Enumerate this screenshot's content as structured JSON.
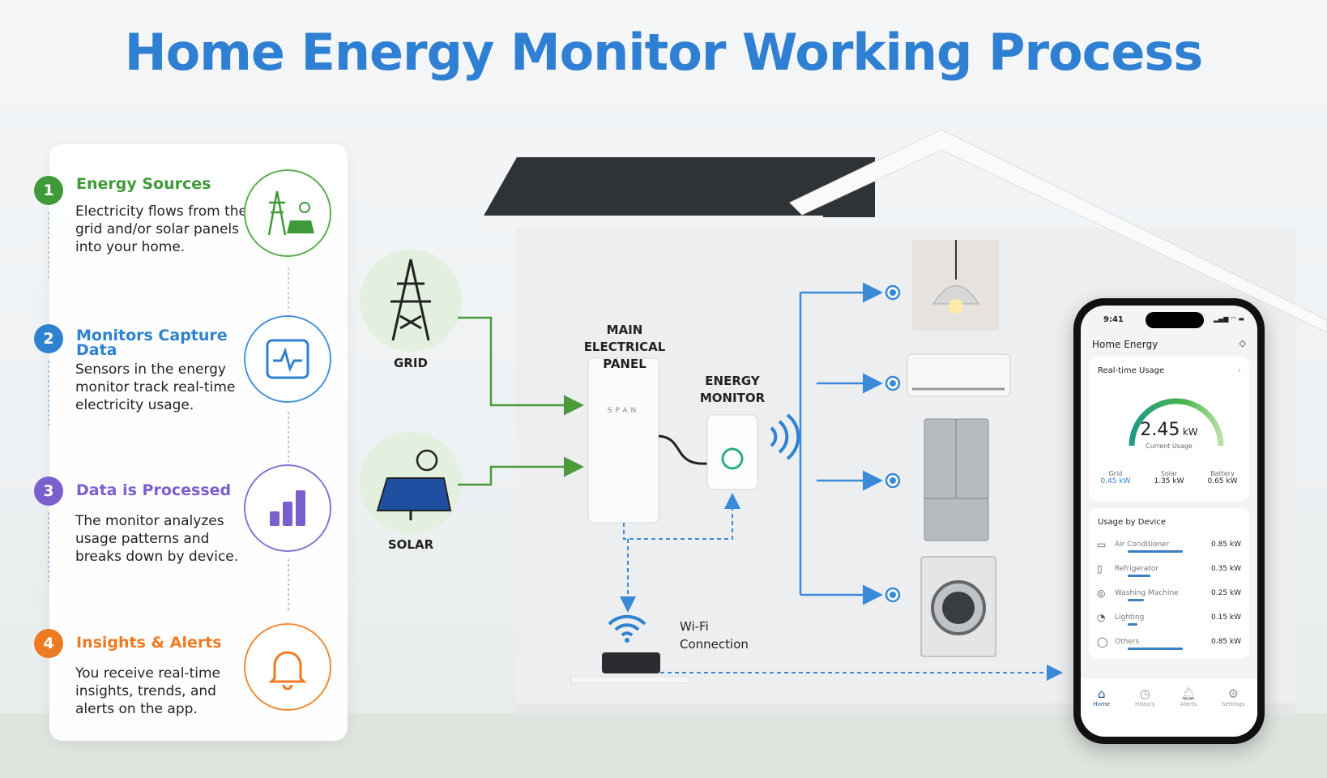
{
  "title": "Home Energy Monitor Working Process",
  "steps": [
    {
      "num": "1",
      "title": "Energy Sources",
      "desc": "Electricity flows from the grid and/or solar panels into your home.",
      "color": "#3f9a3a",
      "icon": "power-tower-solar-icon"
    },
    {
      "num": "2",
      "title": "Monitors Capture Data",
      "desc": "Sensors in the energy monitor track real-time electricity usage.",
      "color": "#2f82cf",
      "icon": "pulse-monitor-icon"
    },
    {
      "num": "3",
      "title": "Data is Processed",
      "desc": "The monitor analyzes usage patterns and breaks down by device.",
      "color": "#7a5fcf",
      "icon": "bar-chart-icon"
    },
    {
      "num": "4",
      "title": "Insights & Alerts",
      "desc": "You receive real-time insights, trends, and alerts on the app.",
      "color": "#ee7a22",
      "icon": "bell-icon"
    }
  ],
  "diagram": {
    "grid_label": "GRID",
    "solar_label": "SOLAR",
    "panel_label": "MAIN ELECTRICAL PANEL",
    "panel_brand": "SPAN",
    "monitor_label": "ENERGY MONITOR",
    "wifi_label": "Wi-Fi Connection"
  },
  "phone": {
    "time": "9:41",
    "app_title": "Home Energy",
    "realtime_label": "Real-time Usage",
    "current_value": "2.45",
    "current_unit": "kW",
    "current_label": "Current Usage",
    "sources": [
      {
        "label": "Grid",
        "value": "0.45 kW"
      },
      {
        "label": "Solar",
        "value": "1.35 kW"
      },
      {
        "label": "Battery",
        "value": "0.65 kW"
      }
    ],
    "devices_title": "Usage by Device",
    "devices": [
      {
        "name": "Air Conditioner",
        "value": "0.85 kW",
        "kw": 0.85
      },
      {
        "name": "Refrigerator",
        "value": "0.35 kW",
        "kw": 0.35
      },
      {
        "name": "Washing Machine",
        "value": "0.25 kW",
        "kw": 0.25
      },
      {
        "name": "Lighting",
        "value": "0.15 kW",
        "kw": 0.15
      },
      {
        "name": "Others",
        "value": "0.85 kW",
        "kw": 0.85
      }
    ],
    "nav": [
      "Home",
      "History",
      "Alerts",
      "Settings"
    ]
  }
}
